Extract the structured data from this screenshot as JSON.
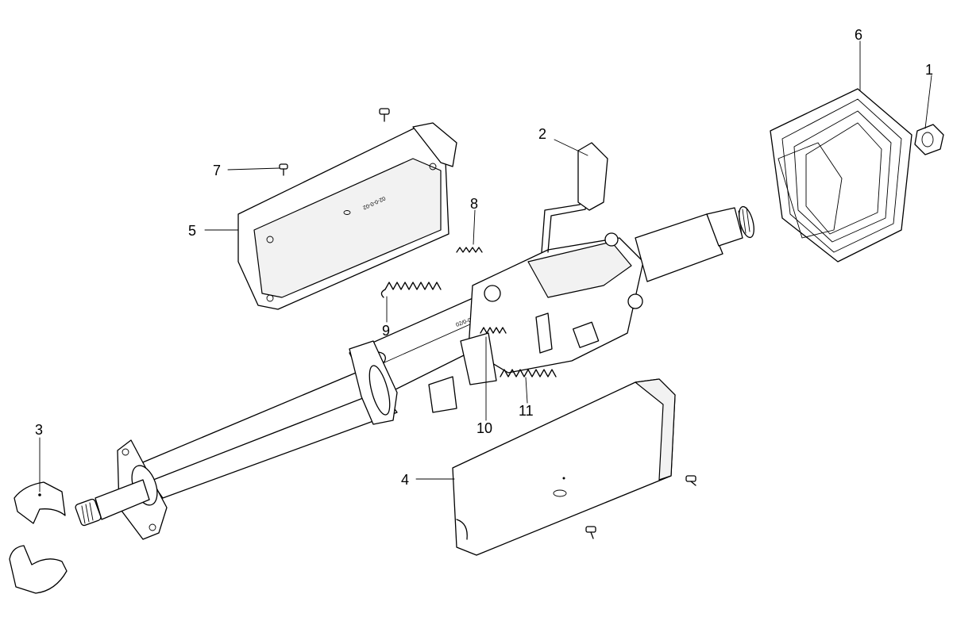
{
  "callouts": [
    {
      "id": "1",
      "label": "1"
    },
    {
      "id": "2",
      "label": "2"
    },
    {
      "id": "3",
      "label": "3"
    },
    {
      "id": "4",
      "label": "4"
    },
    {
      "id": "5",
      "label": "5"
    },
    {
      "id": "6",
      "label": "6"
    },
    {
      "id": "7",
      "label": "7"
    },
    {
      "id": "8",
      "label": "8"
    },
    {
      "id": "9",
      "label": "9"
    },
    {
      "id": "10",
      "label": "10"
    },
    {
      "id": "11",
      "label": "11"
    }
  ],
  "part_markings": {
    "shroud_upper": "02-0-0-02",
    "column_tube": "02/0-0006"
  }
}
